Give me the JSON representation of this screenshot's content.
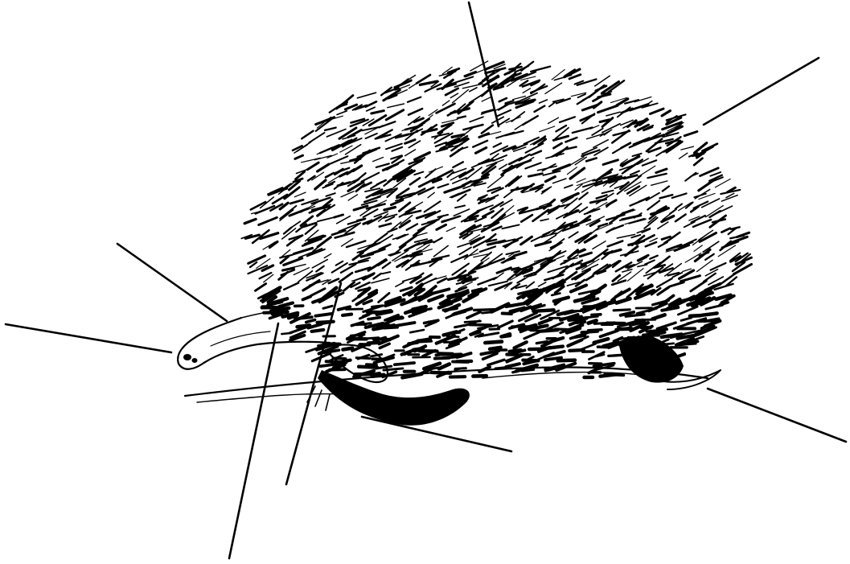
{
  "diagram": {
    "subject_icon": "echidna-illustration-icon",
    "label_texts": [],
    "leader_lines": [
      {
        "id": "leader-top-back"
      },
      {
        "id": "leader-rear-back"
      },
      {
        "id": "leader-forehead"
      },
      {
        "id": "leader-snout"
      },
      {
        "id": "leader-hind-claw"
      },
      {
        "id": "leader-front-foot"
      },
      {
        "id": "leader-side-spines"
      },
      {
        "id": "leader-eye"
      }
    ],
    "colors": {
      "ink": "#000000",
      "paper": "#ffffff"
    }
  }
}
